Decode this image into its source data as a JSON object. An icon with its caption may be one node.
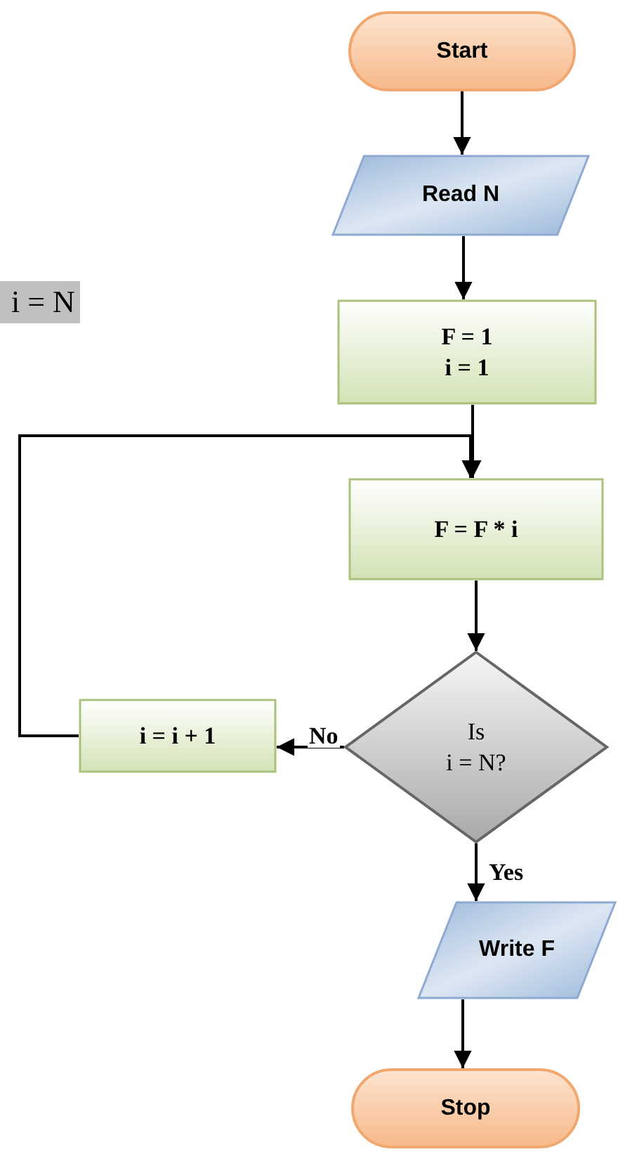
{
  "diagram": {
    "nodes": [
      {
        "text": [
          "Start"
        ]
      },
      {
        "text": [
          "Read   N"
        ]
      },
      {
        "text": [
          "F = 1",
          "i = 1"
        ]
      },
      {
        "text": [
          "F = F * i"
        ]
      },
      {
        "text": [
          "Is",
          "i = N?"
        ]
      },
      {
        "text": [
          "i = i + 1"
        ]
      },
      {
        "text": [
          "Write F"
        ]
      },
      {
        "text": [
          "Stop"
        ]
      }
    ],
    "edges": [
      {
        "from": 0,
        "to": 1,
        "arrow": "to"
      },
      {
        "from": 1,
        "to": 2,
        "arrow": "to"
      },
      {
        "from": 2,
        "to": 3,
        "arrow": "to"
      },
      {
        "from": 3,
        "to": 4,
        "arrow": "to"
      },
      {
        "from": 4,
        "to": 5,
        "arrow": "to",
        "label": "No"
      },
      {
        "from": 5,
        "to": 3,
        "arrow": "to"
      },
      {
        "from": 4,
        "to": 6,
        "arrow": "to",
        "label": "Yes"
      },
      {
        "from": 6,
        "to": 7,
        "arrow": "to"
      }
    ],
    "labels": [
      "i = N"
    ]
  }
}
